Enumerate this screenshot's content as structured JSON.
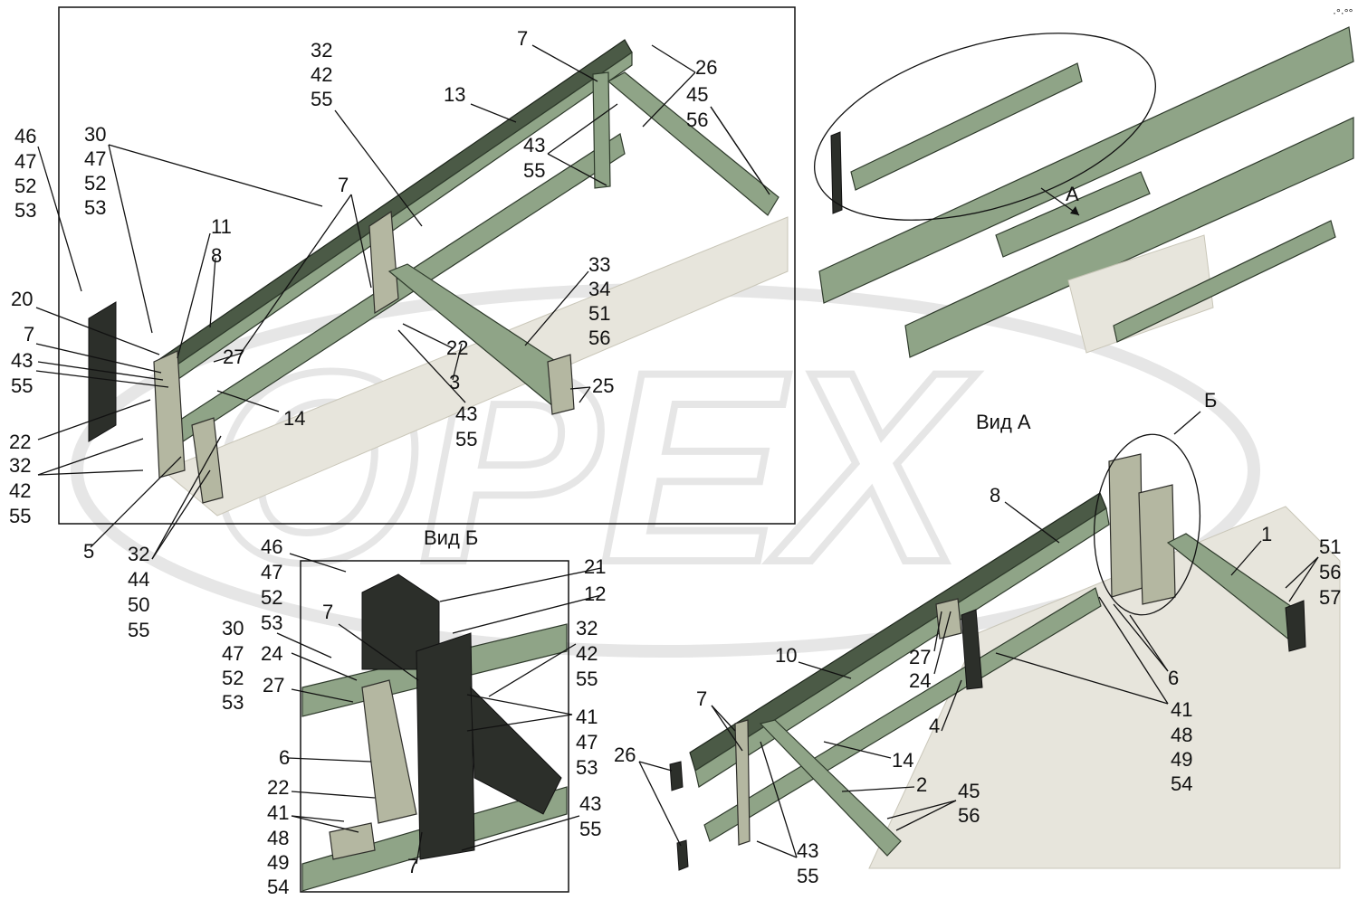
{
  "views": {
    "view_a_title": "Вид А",
    "view_b_title": "Вид Б",
    "arrow_a": "А",
    "callout_b": "Б"
  },
  "watermark": "OPEX",
  "corner_mark": "·°·°°",
  "labels": {
    "l_46": "46",
    "l_47": "47",
    "l_52": "52",
    "l_53": "53",
    "l_30": "30",
    "l_47b": "47",
    "l_52b": "52",
    "l_53b": "53",
    "l_32a": "32",
    "l_42a": "42",
    "l_55a": "55",
    "l_7a": "7",
    "l_13": "13",
    "l_26a": "26",
    "l_45a": "45",
    "l_56a": "56",
    "l_43a": "43",
    "l_55b": "55",
    "l_7b": "7",
    "l_11": "11",
    "l_8a": "8",
    "l_20": "20",
    "l_7c": "7",
    "l_43b": "43",
    "l_55c": "55",
    "l_27a": "27",
    "l_33": "33",
    "l_34": "34",
    "l_51a": "51",
    "l_56b": "56",
    "l_22a": "22",
    "l_3": "3",
    "l_25": "25",
    "l_14a": "14",
    "l_43c": "43",
    "l_55d": "55",
    "l_22b": "22",
    "l_32b": "32",
    "l_42b": "42",
    "l_55e": "55",
    "l_5": "5",
    "l_32c": "32",
    "l_44": "44",
    "l_50": "50",
    "l_55f": "55",
    "l_46b": "46",
    "l_47c": "47",
    "l_52c": "52",
    "l_53c": "53",
    "l_21": "21",
    "l_12": "12",
    "l_30b": "30",
    "l_47d": "47",
    "l_52d": "52",
    "l_53d": "53",
    "l_7d": "7",
    "l_24a": "24",
    "l_27b": "27",
    "l_32d": "32",
    "l_42c": "42",
    "l_55g": "55",
    "l_41a": "41",
    "l_47e": "47",
    "l_53e": "53",
    "l_6a": "6",
    "l_22c": "22",
    "l_43d": "43",
    "l_55h": "55",
    "l_41b": "41",
    "l_48a": "48",
    "l_49a": "49",
    "l_54a": "54",
    "l_7e": "7",
    "l_8b": "8",
    "l_1": "1",
    "l_51b": "51",
    "l_56c": "56",
    "l_57": "57",
    "l_10": "10",
    "l_27c": "27",
    "l_24b": "24",
    "l_6b": "6",
    "l_41c": "41",
    "l_48b": "48",
    "l_49b": "49",
    "l_54b": "54",
    "l_7f": "7",
    "l_4": "4",
    "l_14b": "14",
    "l_26b": "26",
    "l_2": "2",
    "l_45b": "45",
    "l_56d": "56",
    "l_43e": "43",
    "l_55i": "55"
  }
}
